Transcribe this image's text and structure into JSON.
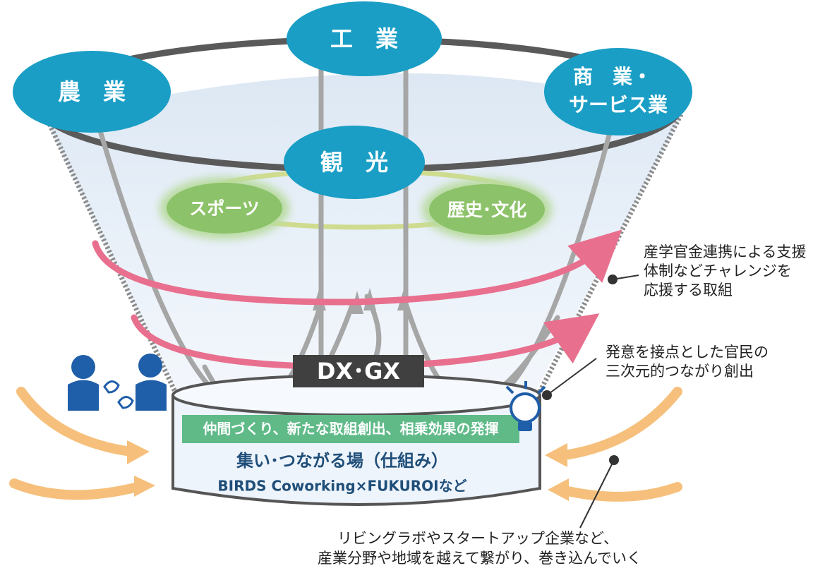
{
  "sectors": {
    "industry": "工　業",
    "agriculture": "農　業",
    "commerce_line1": "商　業・",
    "commerce_line2": "サービス業",
    "tourism": "観　光"
  },
  "sub_items": {
    "sports": "スポーツ",
    "history_culture": "歴史･文化"
  },
  "core_label": "DX･GX",
  "base": {
    "banner": "仲間づくり、新たな取組創出、相乗効果の発揮",
    "title": "集い･つながる場（仕組み）",
    "subtitle": "BIRDS Coworking×FUKUROIなど"
  },
  "callouts": {
    "support_line1": "産学官金連携による支援",
    "support_line2": "体制などチャレンジを",
    "support_line3": "応援する取組",
    "connection_line1": "発意を接点とした官民の",
    "connection_line2": "三次元的つながり創出",
    "bottom_line1": "リビングラボやスタートアップ企業など、",
    "bottom_line2": "産業分野や地域を越えて繋がり、巻き込んでいく"
  },
  "colors": {
    "sector_fill": "#1a9ec5",
    "sub_fill": "#8cc269",
    "ring": "#5a5a5a",
    "loop": "#a6a6a6",
    "spiral": "#e8708e",
    "inflow": "#f6c07c",
    "dx_bg": "#404040",
    "banner": "#5fba88",
    "base_fill": "#e9f1fa",
    "person": "#1f5ea8"
  }
}
